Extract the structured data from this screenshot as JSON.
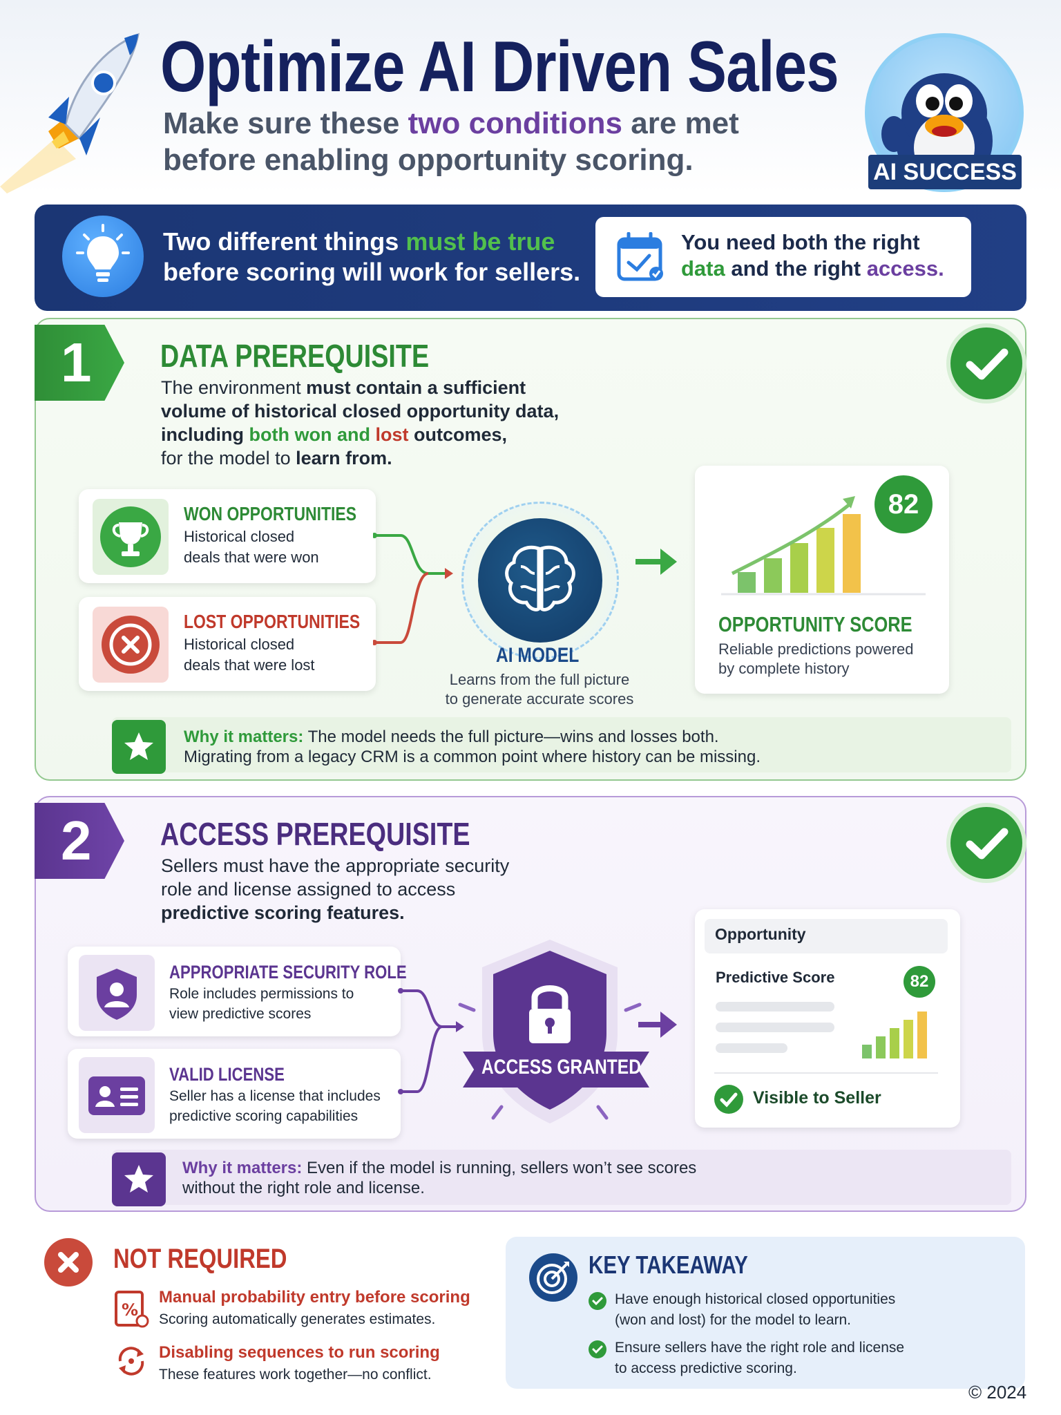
{
  "header": {
    "title": "Optimize AI Driven Sales",
    "subtitle_line1_a": "Make sure these ",
    "subtitle_line1_b": "two conditions",
    "subtitle_line1_c": " are met",
    "subtitle_line2": "before enabling opportunity scoring.",
    "mascot_label": "AI SUCCESS"
  },
  "banner": {
    "line1_a": "Two different things ",
    "line1_b": "must be true",
    "line2": "before scoring will work for sellers.",
    "card_line1": "You need both the right",
    "card_line2_a": "data",
    "card_line2_b": " and the right ",
    "card_line2_c": "access."
  },
  "section1": {
    "number": "1",
    "heading": "DATA PREREQUISITE",
    "body_l1_a": "The environment ",
    "body_l1_b": "must contain a sufficient",
    "body_l2": "volume of historical closed opportunity data,",
    "body_l3_a": "including ",
    "body_l3_b": "both won and ",
    "body_l3_c": "lost",
    "body_l3_d": " outcomes,",
    "body_l4_a": "for the model to ",
    "body_l4_b": "learn from.",
    "won_title": "WON OPPORTUNITIES",
    "won_line1": "Historical closed",
    "won_line2": "deals that were won",
    "lost_title": "LOST OPPORTUNITIES",
    "lost_line1": "Historical closed",
    "lost_line2": "deals that were lost",
    "model_title": "AI MODEL",
    "model_line1": "Learns from the full picture",
    "model_line2": "to generate accurate scores",
    "score_value": "82",
    "score_title": "OPPORTUNITY SCORE",
    "score_line1": "Reliable predictions powered",
    "score_line2": "by complete history",
    "why_label": "Why it matters:",
    "why_line1": " The model needs the full picture—wins and losses both.",
    "why_line2": "Migrating from a legacy CRM is a common point where history can be missing."
  },
  "section2": {
    "number": "2",
    "heading": "ACCESS PREREQUISITE",
    "body_l1": "Sellers must have the appropriate security",
    "body_l2": "role and license assigned to access",
    "body_l3": "predictive scoring features.",
    "role_title": "APPROPRIATE SECURITY ROLE",
    "role_line1": "Role includes permissions to",
    "role_line2": "view predictive scores",
    "license_title": "VALID LICENSE",
    "license_line1": "Seller has a license that includes",
    "license_line2": "predictive scoring capabilities",
    "shield_label": "ACCESS GRANTED",
    "panel_header": "Opportunity",
    "panel_label": "Predictive Score",
    "panel_score": "82",
    "panel_status": "Visible to Seller",
    "why_label": "Why it matters:",
    "why_line1": " Even if the model is running, sellers won’t see scores",
    "why_line2": "without the right role and license."
  },
  "not_required": {
    "heading": "NOT REQUIRED",
    "item1_title": "Manual probability entry before scoring",
    "item1_body": "Scoring automatically generates estimates.",
    "item2_title": "Disabling sequences to run scoring",
    "item2_body": "These features work together—no conflict."
  },
  "key_takeaway": {
    "heading": "KEY TAKEAWAY",
    "item1_l1": "Have enough historical closed opportunities",
    "item1_l2": "(won and lost) for the model to learn.",
    "item2_l1": "Ensure sellers have the right role and license",
    "item2_l2": "to access predictive scoring."
  },
  "footer": {
    "copyright": "© 2024"
  },
  "colors": {
    "navy": "#15215e",
    "green": "#2f9a3a",
    "purple": "#6b3fa0",
    "red": "#c0392b",
    "banner_blue": "#1b3674"
  },
  "icons": [
    "rocket-icon",
    "mascot-penguin",
    "lightbulb-icon",
    "calendar-check-icon",
    "check-circle-icon",
    "trophy-icon",
    "x-circle-icon",
    "brain-icon",
    "arrow-right-icon",
    "bar-chart-icon",
    "star-icon",
    "shield-user-icon",
    "id-card-icon",
    "lock-shield-icon",
    "percent-document-icon",
    "refresh-icon",
    "target-icon"
  ]
}
